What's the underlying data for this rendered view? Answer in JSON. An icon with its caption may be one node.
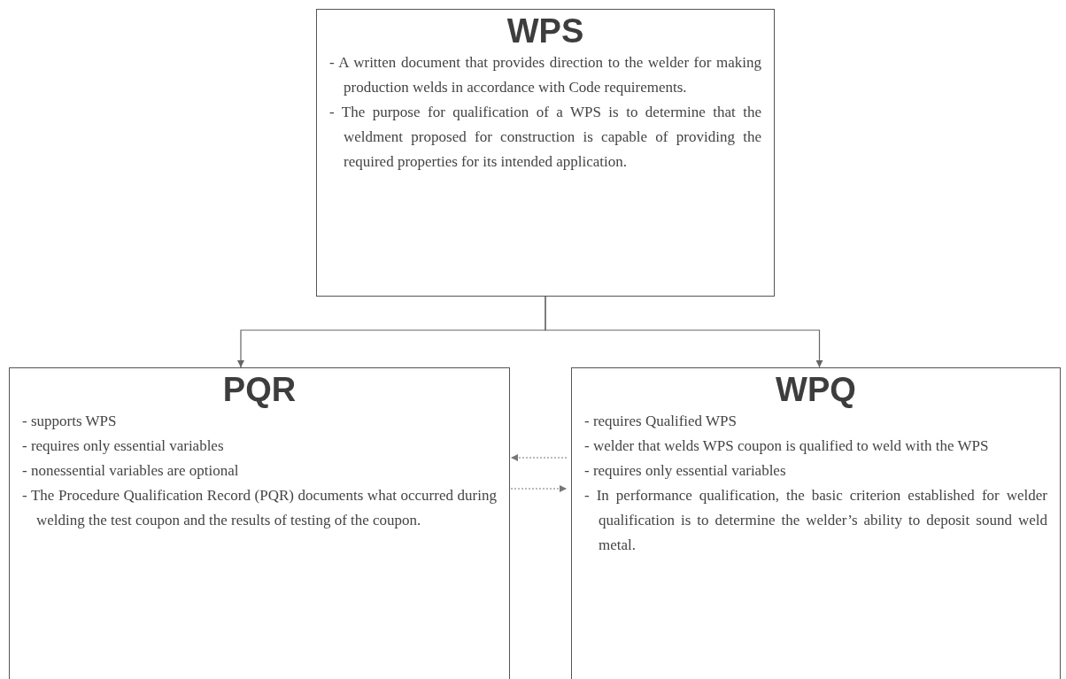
{
  "diagram": {
    "nodes": [
      {
        "text": [
          "WPS",
          "- A written document that provides direction to the welder for making production welds in accordance with Code requirements.",
          "- The purpose for qualification of a WPS is to determine that the weldment proposed for construction is capable of providing the required properties for its intended application."
        ]
      },
      {
        "text": [
          "PQR",
          "- supports WPS",
          "- requires only essential variables",
          "- nonessential variables are optional",
          "- The Procedure Qualification Record (PQR) documents what occurred during welding the test coupon and the results of testing of the coupon."
        ]
      },
      {
        "text": [
          "WPQ",
          "- requires Qualified WPS",
          "- welder that welds WPS coupon is qualified to weld with the WPS",
          "- requires only essential variables",
          "- In performance qualification, the basic criterion established for welder qualification is to determine the welder’s ability to deposit sound weld metal."
        ]
      }
    ],
    "edges": [
      {
        "from": 0,
        "to": 1,
        "arrow": "to"
      },
      {
        "from": 0,
        "to": 2,
        "arrow": "to"
      },
      {
        "from": 2,
        "to": 1,
        "arrow": "to",
        "style": "dashed"
      },
      {
        "from": 1,
        "to": 2,
        "arrow": "to",
        "style": "dashed"
      }
    ]
  }
}
